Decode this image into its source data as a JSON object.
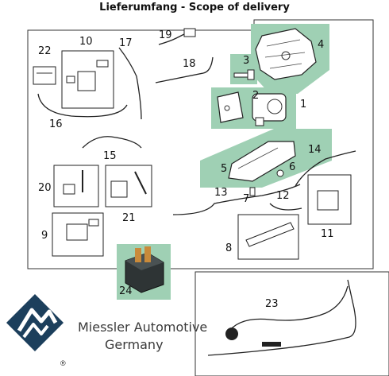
{
  "header": {
    "title": "Lieferumfang  -  Scope of delivery"
  },
  "callouts": [
    "1",
    "2",
    "3",
    "4",
    "5",
    "6",
    "7",
    "8",
    "9",
    "10",
    "11",
    "12",
    "13",
    "14",
    "15",
    "16",
    "17",
    "18",
    "19",
    "20",
    "21",
    "22",
    "23",
    "24"
  ],
  "brand": {
    "line1": "Miessler Automotive",
    "line2": "Germany",
    "registered": "®"
  },
  "colors": {
    "highlight": "#9fd0b4",
    "logo_blue": "#1c3f5c",
    "photo_bg": "#7fb996",
    "line": "#222222"
  }
}
